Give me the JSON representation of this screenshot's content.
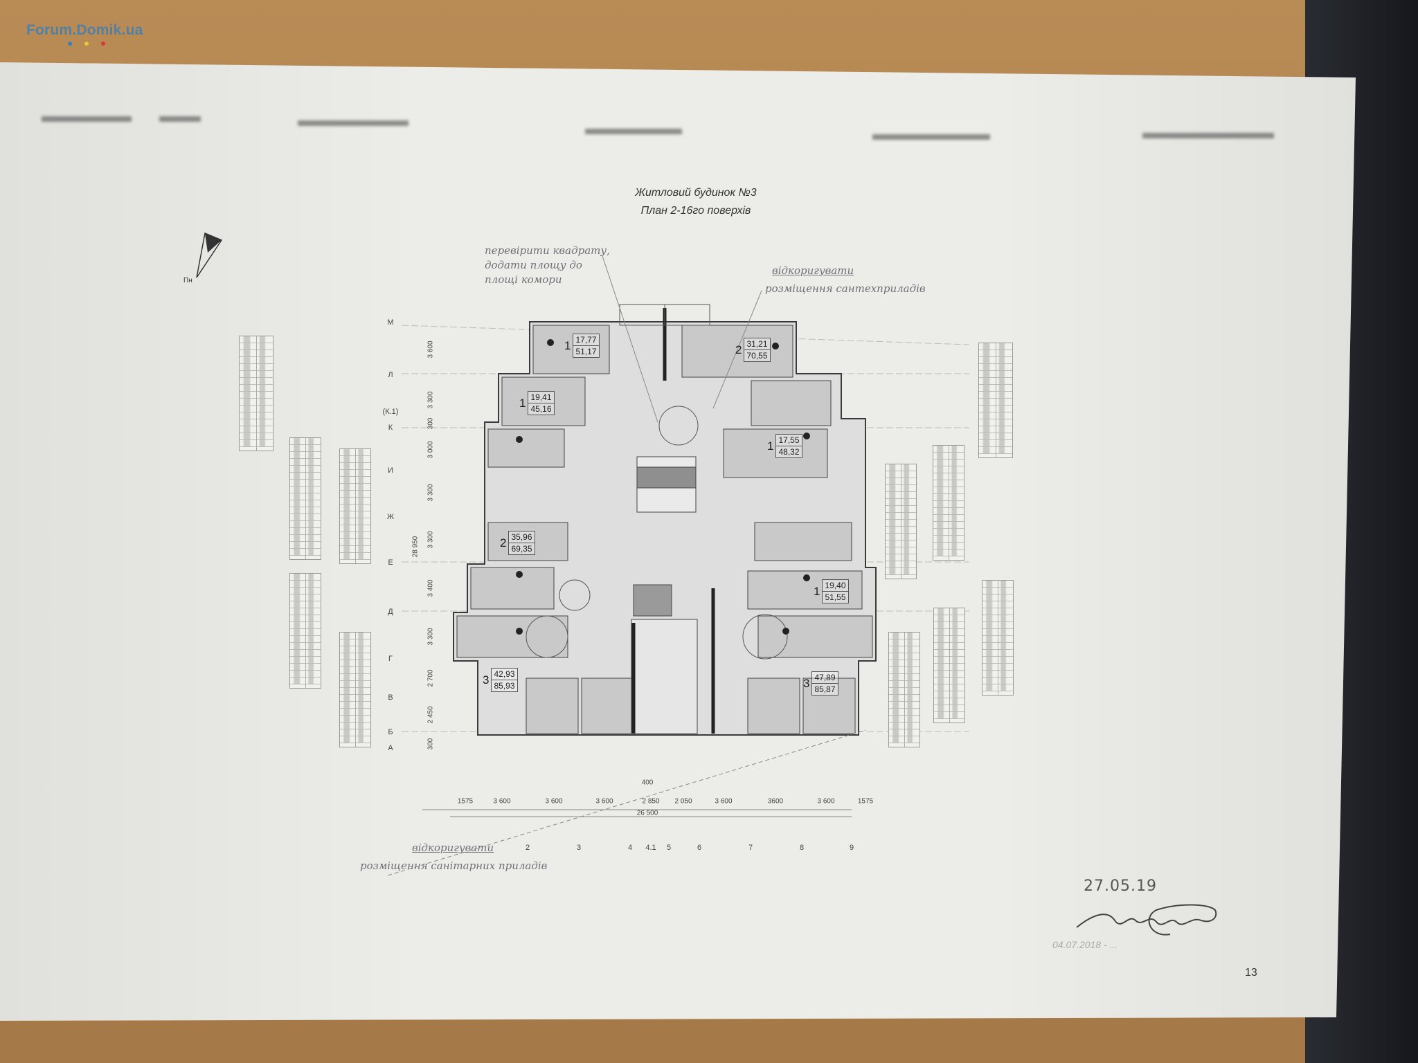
{
  "watermark": {
    "text": "Forum.Domik.ua",
    "dot_colors": [
      "#3f7fb5",
      "#e3c93a",
      "#d63b3b"
    ]
  },
  "document": {
    "title_line1": "Житловий будинок №3",
    "title_line2": "План 2-16го поверхів",
    "north_label": "Пн",
    "page_number": "13"
  },
  "handwritten_notes": {
    "note_top_left": [
      "перевірити квадрату,",
      "додати площу до",
      "площі комори"
    ],
    "note_top_right": [
      "відкоригувати",
      "розміщення сантехприладів"
    ],
    "note_bottom_left": [
      "відкоригувати",
      "розміщення санітарних приладів"
    ]
  },
  "signature": {
    "date": "27.05.19",
    "signature_text": "signature",
    "faint_note": "04.07.2018 - ..."
  },
  "apartments": [
    {
      "rooms": "1",
      "living": "17,77",
      "total": "51,17"
    },
    {
      "rooms": "2",
      "living": "31,21",
      "total": "70,55"
    },
    {
      "rooms": "1",
      "living": "19,41",
      "total": "45,16"
    },
    {
      "rooms": "1",
      "living": "17,55",
      "total": "48,32"
    },
    {
      "rooms": "2",
      "living": "35,96",
      "total": "69,35"
    },
    {
      "rooms": "1",
      "living": "19,40",
      "total": "51,55"
    },
    {
      "rooms": "3",
      "living": "42,93",
      "total": "85,93"
    },
    {
      "rooms": "3",
      "living": "47,89",
      "total": "85,87"
    }
  ],
  "axes_letters": [
    "М",
    "Л",
    "(К.1)",
    "К",
    "И",
    "Ж",
    "Е",
    "Д",
    "Г",
    "В",
    "Б",
    "А"
  ],
  "vertical_dims": [
    "3 600",
    "3 300",
    "300",
    "3 000",
    "3 300",
    "3 300",
    "3 400",
    "3 300",
    "2 700",
    "2 450",
    "300"
  ],
  "vertical_total": "28 950",
  "horizontal_dims": [
    "1575",
    "3 600",
    "3 600",
    "3 600",
    "2 850",
    "2 050",
    "3 600",
    "3600",
    "3 600",
    "1575"
  ],
  "horizontal_total": "26 500",
  "horizontal_note": "400",
  "axes_numbers": [
    "2",
    "3",
    "4",
    "4.1",
    "5",
    "6",
    "7",
    "8",
    "9"
  ]
}
